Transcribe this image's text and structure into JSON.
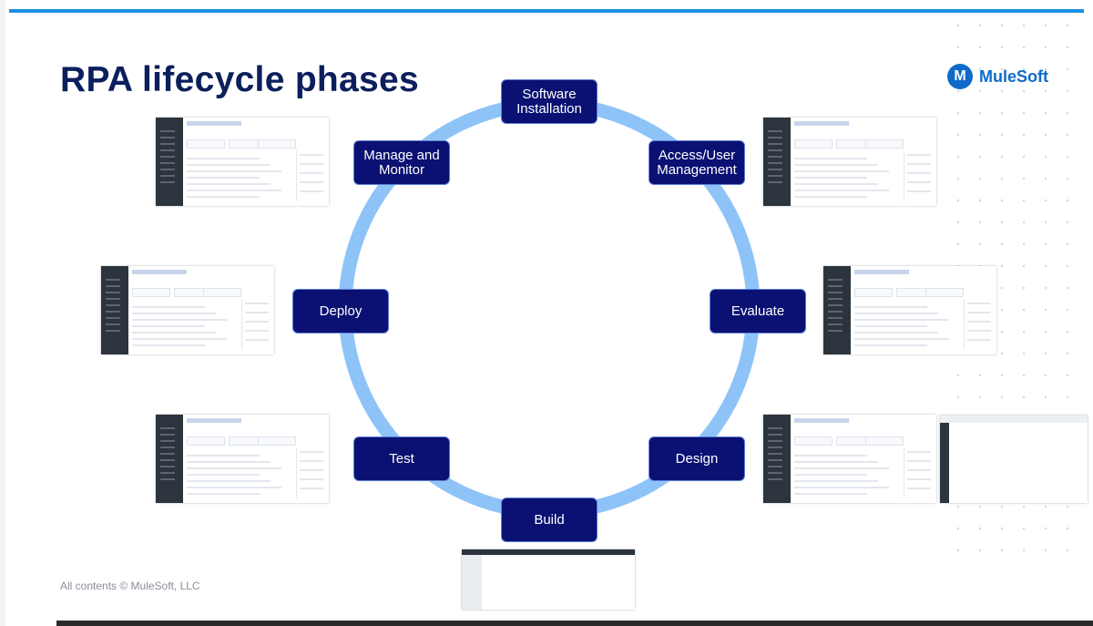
{
  "slide": {
    "title": "RPA lifecycle phases",
    "footer": "All contents © MuleSoft, LLC",
    "logo": {
      "icon": "mulesoft-m-icon",
      "text": "MuleSoft",
      "color": "#0e6bc9"
    },
    "colors": {
      "title": "#0b1f5c",
      "accent_bar": "#1a8fe0",
      "ring": "#8ec3f8",
      "phase_fill": "#0a1172"
    }
  },
  "phases": [
    {
      "id": "software-installation",
      "label": "Software Installation"
    },
    {
      "id": "access-user-management",
      "label": "Access/User Management"
    },
    {
      "id": "evaluate",
      "label": "Evaluate"
    },
    {
      "id": "design",
      "label": "Design"
    },
    {
      "id": "build",
      "label": "Build"
    },
    {
      "id": "test",
      "label": "Test"
    },
    {
      "id": "deploy",
      "label": "Deploy"
    },
    {
      "id": "manage-and-monitor",
      "label": "Manage and Monitor"
    }
  ]
}
